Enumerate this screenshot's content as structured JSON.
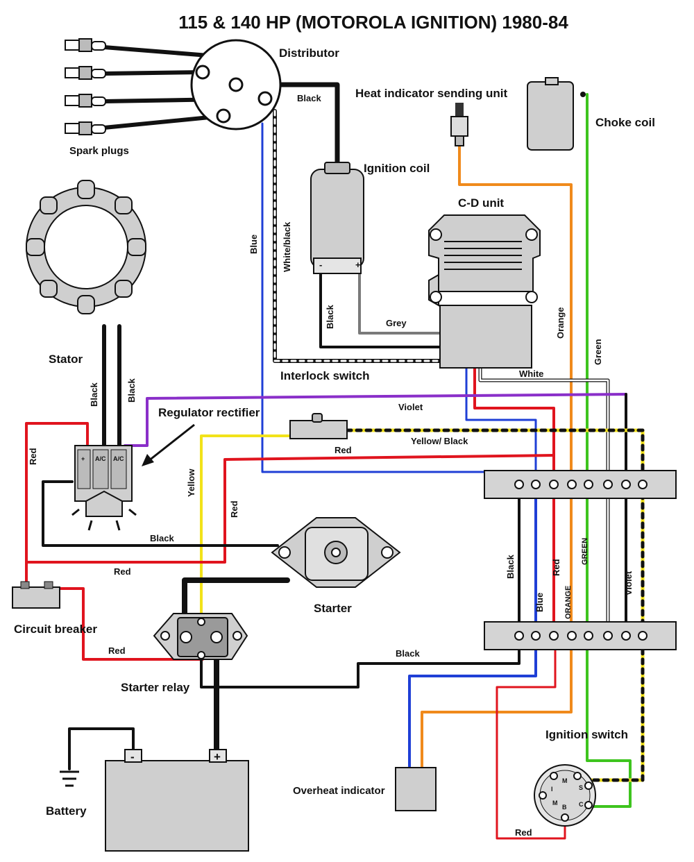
{
  "title": "115 & 140 HP (MOTOROLA IGNITION) 1980-84",
  "components": {
    "distributor": "Distributor",
    "spark_plugs": "Spark plugs",
    "heat_sender": "Heat indicator sending unit",
    "choke_coil": "Choke coil",
    "ignition_coil": "Ignition coil",
    "cd_unit": "C-D unit",
    "stator": "Stator",
    "interlock_switch": "Interlock switch",
    "regulator_rectifier": "Regulator rectifier",
    "circuit_breaker": "Circuit breaker",
    "starter": "Starter",
    "starter_relay": "Starter relay",
    "battery": "Battery",
    "overheat_indicator": "Overheat indicator",
    "ignition_switch": "Ignition switch"
  },
  "wire_labels": {
    "black_dist": "Black",
    "blue_vertical": "Blue",
    "white_black": "White/black",
    "black_coil": "Black",
    "grey": "Grey",
    "orange_vertical": "Orange",
    "green_vertical": "Green",
    "white": "White",
    "violet": "Violet",
    "yellow_black": "Yellow/ Black",
    "red_mid": "Red",
    "yellow": "Yellow",
    "red_left": "Red",
    "black_stator_1": "Black",
    "black_stator_2": "Black",
    "red_vert": "Red",
    "black_reg": "Black",
    "red_reg": "Red",
    "red_breaker": "Red",
    "black_relay": "Black",
    "red_switch": "Red",
    "harness_black": "Black",
    "harness_blue": "Blue",
    "harness_red": "Red",
    "harness_orange": "ORANGE",
    "harness_green": "GREEN",
    "harness_violet": "Violet"
  },
  "terminal_marks": {
    "coil_neg": "-",
    "coil_pos": "+",
    "bat_neg": "-",
    "bat_pos": "+",
    "reg_plus": "+",
    "reg_ac1": "A/C",
    "reg_ac2": "A/C",
    "sw_m1": "M",
    "sw_s": "S",
    "sw_i": "I",
    "sw_m2": "M",
    "sw_c": "C",
    "sw_b": "B"
  },
  "colors": {
    "black": "#111111",
    "blue": "#1f3fd6",
    "red": "#e0141e",
    "yellow": "#f2e21a",
    "orange": "#f08a1c",
    "green": "#3ec41e",
    "violet": "#8a2fc9",
    "grey": "#7a7a7a",
    "component_grey": "#cfcfcf"
  }
}
